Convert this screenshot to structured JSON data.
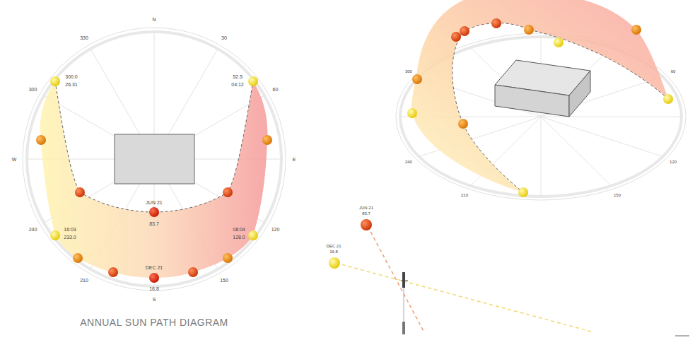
{
  "diagram": {
    "caption": "ANNUAL SUN PATH DIAGRAM",
    "labels": [
      "N",
      "30",
      "60",
      "E",
      "120",
      "150",
      "S",
      "210",
      "240",
      "W",
      "300",
      "330",
      "300.0",
      "26.31",
      "52.5",
      "04:12",
      "JUN 21",
      "83.7",
      "16:03",
      "233.0",
      "08:04",
      "128.0",
      "DEC 21",
      "16.8",
      "300",
      "60",
      "120",
      "150",
      "210",
      "240",
      "JUN 21",
      "83.7",
      "DEC 21",
      "16.8"
    ]
  }
}
